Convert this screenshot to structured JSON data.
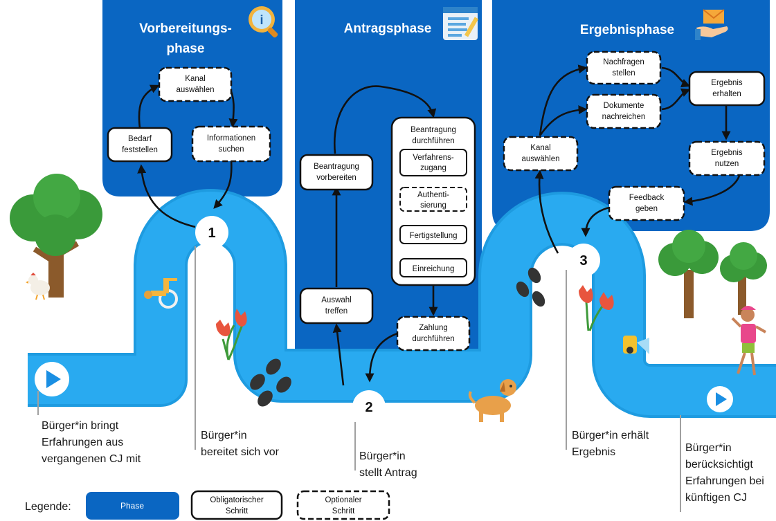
{
  "phases": {
    "prep": {
      "title_line1": "Vorbereitungs-",
      "title_line2": "phase"
    },
    "application": {
      "title": "Antragsphase"
    },
    "result": {
      "title": "Ergebnisphase"
    }
  },
  "steps": {
    "prep_kanal": {
      "line1": "Kanal",
      "line2": "auswählen",
      "type": "optional"
    },
    "prep_bedarf": {
      "line1": "Bedarf",
      "line2": "feststellen",
      "type": "mandatory"
    },
    "prep_info": {
      "line1": "Informationen",
      "line2": "suchen",
      "type": "optional"
    },
    "app_vorbereiten": {
      "line1": "Beantragung",
      "line2": "vorbereiten",
      "type": "mandatory"
    },
    "app_auswahl": {
      "line1": "Auswahl",
      "line2": "treffen",
      "type": "mandatory"
    },
    "app_durchfuehren": {
      "line1": "Beantragung",
      "line2": "durchführen",
      "type": "mandatory"
    },
    "app_verfahren": {
      "line1": "Verfahrens-",
      "line2": "zugang",
      "type": "mandatory"
    },
    "app_auth": {
      "line1": "Authenti-",
      "line2": "sierung",
      "type": "optional"
    },
    "app_fertig": {
      "line1": "Fertigstellung",
      "type": "mandatory"
    },
    "app_einreichung": {
      "line1": "Einreichung",
      "type": "mandatory"
    },
    "app_zahlung": {
      "line1": "Zahlung",
      "line2": "durchführen",
      "type": "optional"
    },
    "res_kanal": {
      "line1": "Kanal",
      "line2": "auswählen",
      "type": "optional"
    },
    "res_nachfragen": {
      "line1": "Nachfragen",
      "line2": "stellen",
      "type": "optional"
    },
    "res_dokumente": {
      "line1": "Dokumente",
      "line2": "nachreichen",
      "type": "optional"
    },
    "res_erhalten": {
      "line1": "Ergebnis",
      "line2": "erhalten",
      "type": "mandatory"
    },
    "res_nutzen": {
      "line1": "Ergebnis",
      "line2": "nutzen",
      "type": "optional"
    },
    "res_feedback": {
      "line1": "Feedback",
      "line2": "geben",
      "type": "optional"
    }
  },
  "milestones": {
    "m1": "1",
    "m2": "2",
    "m3": "3"
  },
  "descriptions": {
    "start": {
      "line1": "Bürger*in bringt",
      "line2": "Erfahrungen aus",
      "line3": "vergangenen CJ mit"
    },
    "m1": {
      "line1": "Bürger*in",
      "line2": "bereitet sich vor"
    },
    "m2": {
      "line1": "Bürger*in",
      "line2": "stellt Antrag"
    },
    "m3": {
      "line1": "Bürger*in erhält",
      "line2": "Ergebnis"
    },
    "end": {
      "line1": "Bürger*in",
      "line2": "berücksichtigt",
      "line3": "Erfahrungen bei",
      "line4": "künftigen CJ"
    }
  },
  "legend": {
    "label": "Legende:",
    "phase": "Phase",
    "mandatory_line1": "Obligatorischer",
    "mandatory_line2": "Schritt",
    "optional_line1": "Optionaler",
    "optional_line2": "Schritt"
  },
  "colors": {
    "phase_blue": "#0a66c2",
    "road_blue": "#29aaf0",
    "road_edge": "#1e9be0",
    "tree_green": "#3a9a3a",
    "trunk_brown": "#8b5a2b"
  },
  "icons": [
    "info-magnifier-icon",
    "form-document-icon",
    "hand-envelope-icon",
    "tree-icon",
    "chicken-icon",
    "wheelchair-icon",
    "tulip-icon",
    "footprints-icon",
    "dog-icon",
    "vacuum-icon",
    "walking-person-icon",
    "play-icon"
  ]
}
